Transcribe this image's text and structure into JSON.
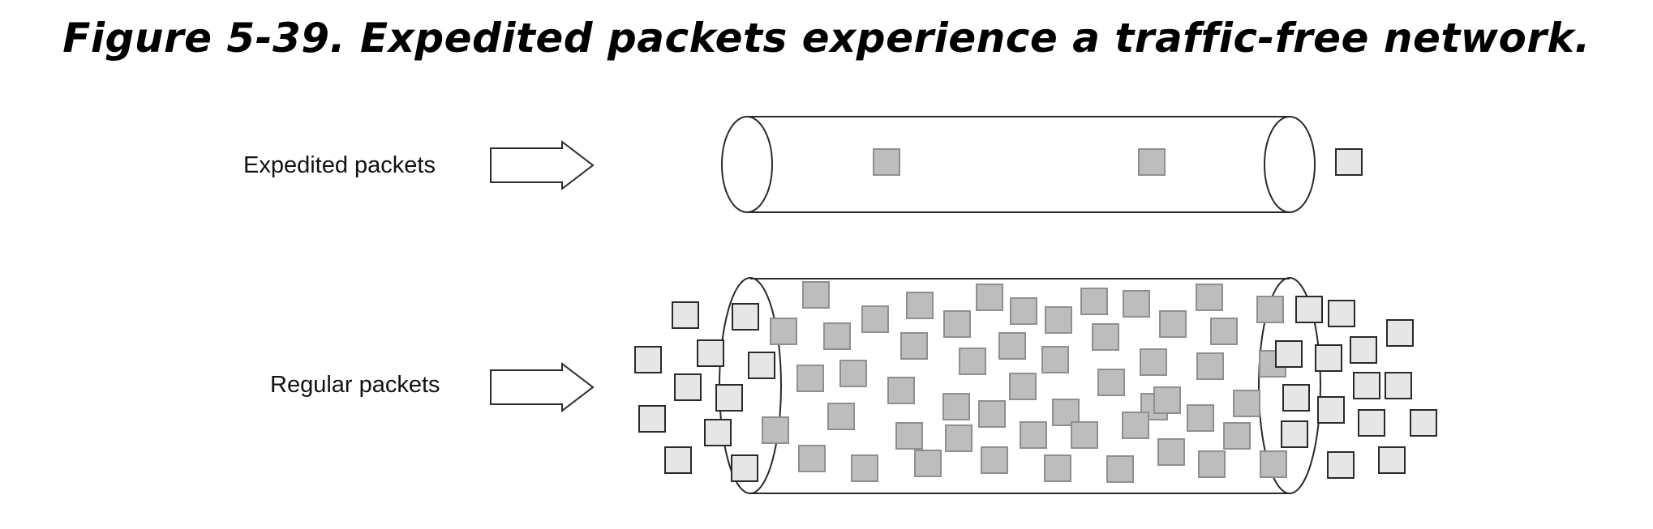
{
  "figure": {
    "caption": "Figure 5-39. Expedited packets experience a traffic-free network."
  },
  "rows": [
    {
      "label": "Expedited packets",
      "kind": "expedited"
    },
    {
      "label": "Regular packets",
      "kind": "regular"
    }
  ],
  "colors": {
    "outline": "#2a2a2a",
    "packet_fill_inside": "#bdbdbd",
    "packet_fill_outside": "#e6e6e6",
    "packet_stroke_inside": "#8f8f8f",
    "packet_stroke_outside": "#2a2a2a"
  }
}
